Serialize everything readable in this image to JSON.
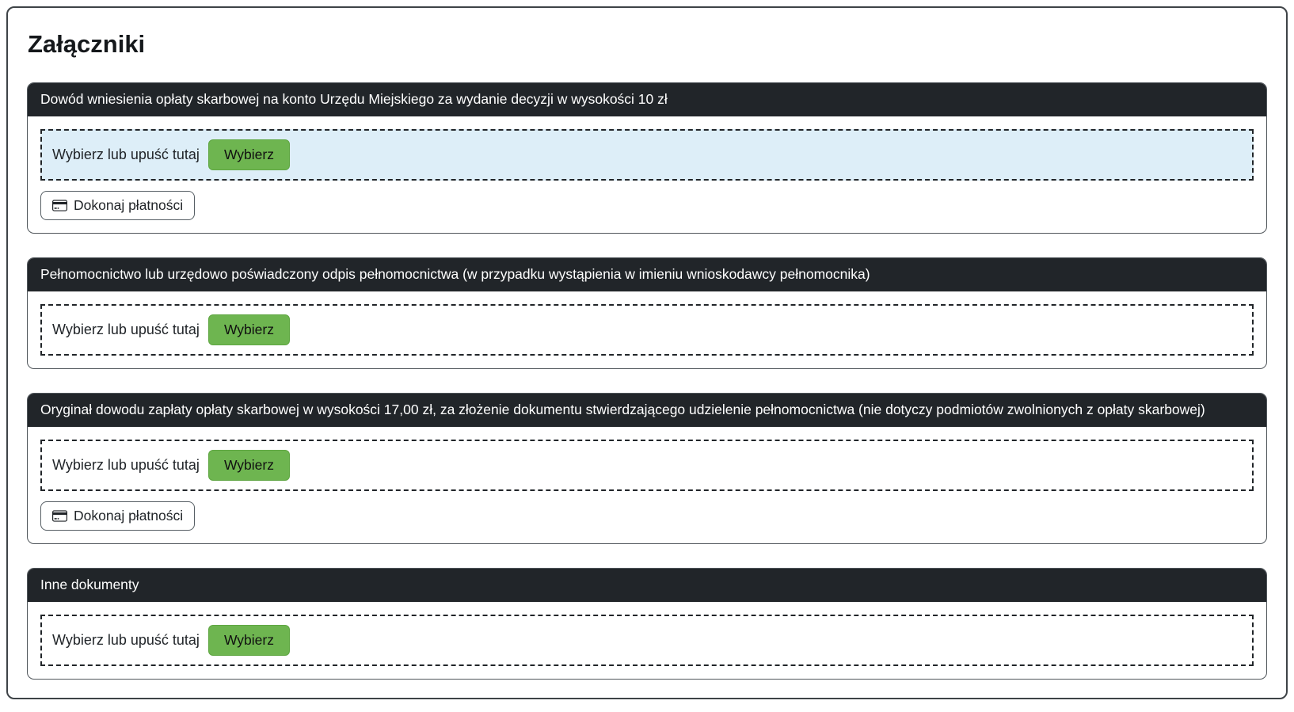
{
  "page": {
    "title": "Załączniki"
  },
  "colors": {
    "section_header_bg": "#212529",
    "section_header_text": "#ffffff",
    "choose_button_green": "#6eb550",
    "dropzone_highlight_blue": "#ddeef8",
    "dashed_border": "#212529"
  },
  "sections": [
    {
      "header": "Dowód wniesienia opłaty skarbowej na konto Urzędu Miejskiego za wydanie decyzji w wysokości 10 zł",
      "dropzone_label": "Wybierz lub upuść tutaj",
      "choose_button": "Wybierz",
      "payment_button": "Dokonaj płatności"
    },
    {
      "header": "Pełnomocnictwo lub urzędowo poświadczony odpis pełnomocnictwa (w przypadku wystąpienia w imieniu wnioskodawcy pełnomocnika)",
      "dropzone_label": "Wybierz lub upuść tutaj",
      "choose_button": "Wybierz"
    },
    {
      "header": "Oryginał dowodu zapłaty opłaty skarbowej w wysokości 17,00 zł, za złożenie dokumentu stwierdzającego udzielenie pełnomocnictwa (nie dotyczy podmiotów zwolnionych z opłaty skarbowej)",
      "dropzone_label": "Wybierz lub upuść tutaj",
      "choose_button": "Wybierz",
      "payment_button": "Dokonaj płatności"
    },
    {
      "header": "Inne dokumenty",
      "dropzone_label": "Wybierz lub upuść tutaj",
      "choose_button": "Wybierz"
    }
  ]
}
